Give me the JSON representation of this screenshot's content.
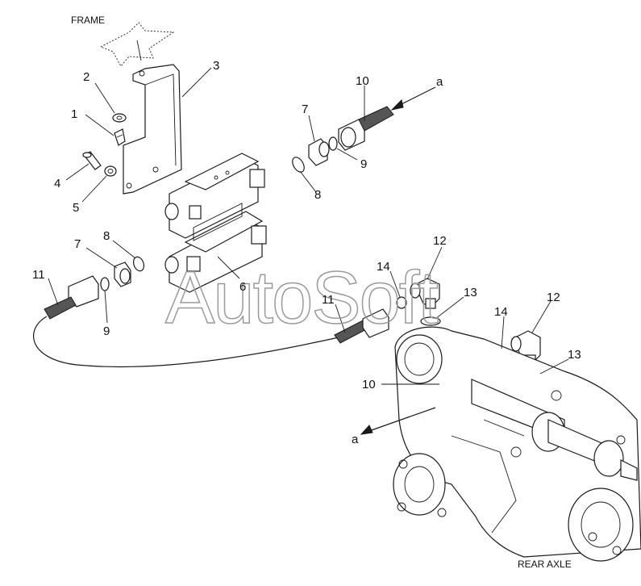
{
  "labels": {
    "frame": "FRAME",
    "rear_axle": "REAR AXLE",
    "watermark": "AutoSoft",
    "callouts": {
      "c1": "1",
      "c2": "2",
      "c3": "3",
      "c4": "4",
      "c5": "5",
      "c6": "6",
      "c7a": "7",
      "c7b": "7",
      "c8a": "8",
      "c8b": "8",
      "c9a": "9",
      "c9b": "9",
      "c10a": "10",
      "c10b": "10",
      "c11a": "11",
      "c11b": "11",
      "c12a": "12",
      "c12b": "12",
      "c13a": "13",
      "c13b": "13",
      "c14a": "14",
      "c14b": "14",
      "ca1": "a",
      "ca2": "a"
    }
  }
}
